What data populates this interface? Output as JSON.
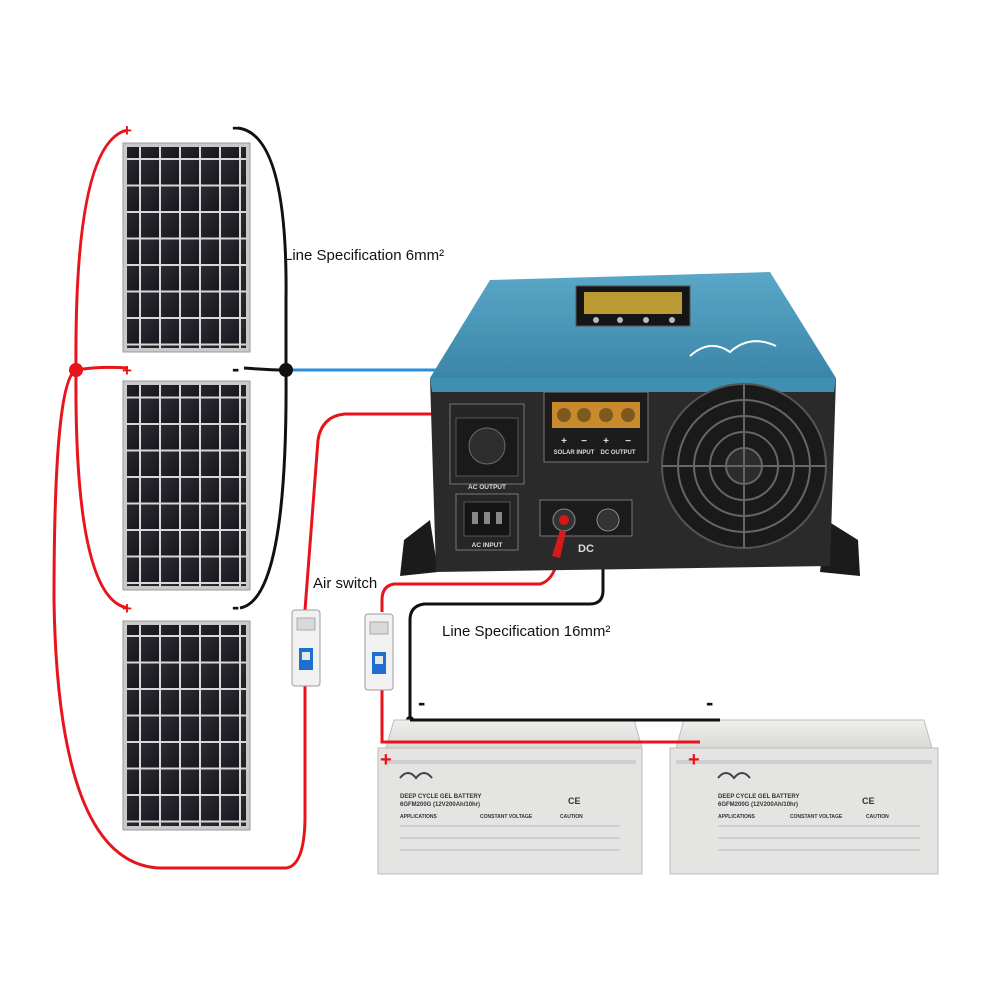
{
  "labels": {
    "line_spec_solar": "Line Specification 6mm²",
    "line_spec_battery": "Line Specification 16mm²",
    "air_switch": "Air switch"
  },
  "polarity": {
    "plus": "+",
    "minus": "-"
  },
  "inverter": {
    "solar_input": "SOLAR INPUT",
    "dc_output": "DC OUTPUT",
    "ac_output": "AC OUTPUT",
    "ac_input": "AC INPUT",
    "dc": "DC"
  },
  "battery": {
    "type": "DEEP CYCLE GEL BATTERY",
    "model": "6GFM200G (12V200Ah/10hr)",
    "applications": "APPLICATIONS",
    "constant_voltage": "CONSTANT VOLTAGE",
    "caution": "CAUTION",
    "ce": "CE"
  },
  "colors": {
    "positive_wire": "#e8141b",
    "negative_wire": "#111111",
    "pv_link_wire": "#2a8fe0",
    "inverter_body": "#3f8fb0",
    "battery_body": "#e4e4e2"
  }
}
